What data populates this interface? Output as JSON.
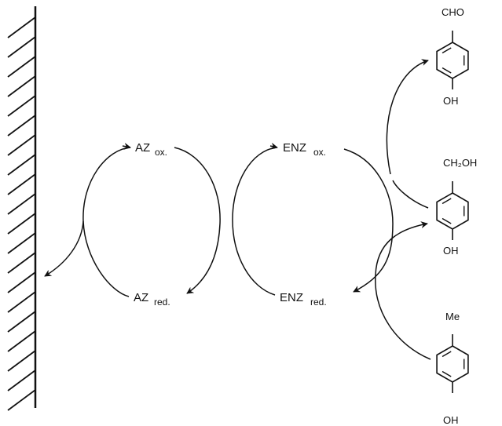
{
  "labels": {
    "az_ox": {
      "main": "AZ",
      "sub": "ox."
    },
    "az_red": {
      "main": "AZ",
      "sub": "red."
    },
    "enz_ox": {
      "main": "ENZ",
      "sub": "ox."
    },
    "enz_red": {
      "main": "ENZ",
      "sub": "red."
    }
  },
  "molecules": {
    "top": {
      "group": "CHO",
      "bottom": "OH"
    },
    "middle": {
      "group": "CH₂OH",
      "bottom": "OH"
    },
    "bottom": {
      "group": "Me",
      "bottom": "OH"
    }
  },
  "colors": {
    "ink": "#111111",
    "background": "#ffffff"
  }
}
